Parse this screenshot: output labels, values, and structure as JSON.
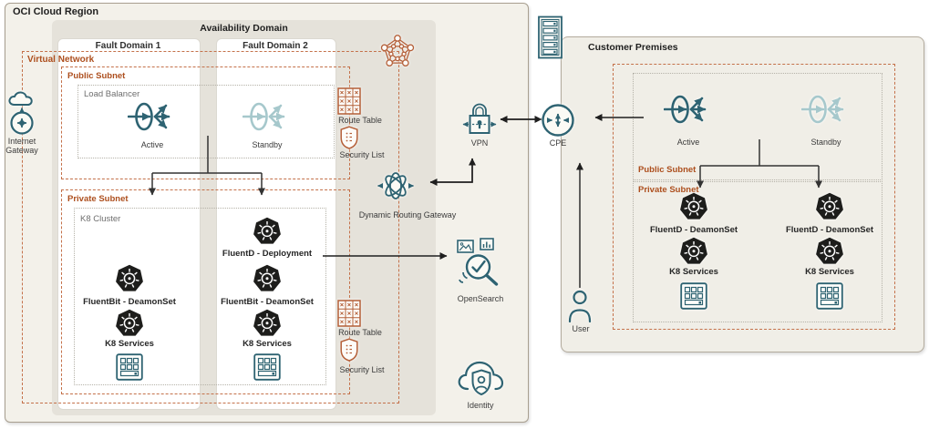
{
  "colors": {
    "accent_orange": "#ad4f1e",
    "dash_orange": "#c4714a",
    "teal": "#2e6372",
    "teal_light": "#a6c8cc",
    "k8s_black": "#1d1d1b",
    "region_fill": "#f3f1ea",
    "availability_domain_fill": "#e5e2da",
    "customer_fill": "#f0eee7"
  },
  "oci": {
    "title": "OCI Cloud Region",
    "availability_domain": "Availability Domain",
    "fault_domain_1": "Fault Domain 1",
    "fault_domain_2": "Fault Domain 2",
    "virtual_network": "Virtual Network",
    "public_subnet": "Public Subnet",
    "private_subnet": "Private Subnet",
    "load_balancer": "Load Balancer",
    "active": "Active",
    "standby": "Standby",
    "k8_cluster": "K8 Cluster",
    "fluentbit_daemonset": "FluentBit - DeamonSet",
    "fluentd_deployment": "FluentD - Deployment",
    "k8_services": "K8 Services",
    "route_table": "Route Table",
    "security_list": "Security List",
    "internet_gateway_line1": "Internet",
    "internet_gateway_line2": "Gateway",
    "vpn": "VPN",
    "drg": "Dynamic Routing Gateway",
    "opensearch": "OpenSearch",
    "identity": "Identity"
  },
  "customer": {
    "title": "Customer Premises",
    "cpe": "CPE",
    "user": "User",
    "public_subnet": "Public Subnet",
    "private_subnet": "Private Subnet",
    "active": "Active",
    "standby": "Standby",
    "fluentd_daemonset": "FluentD - DeamonSet",
    "k8_services": "K8 Services"
  }
}
